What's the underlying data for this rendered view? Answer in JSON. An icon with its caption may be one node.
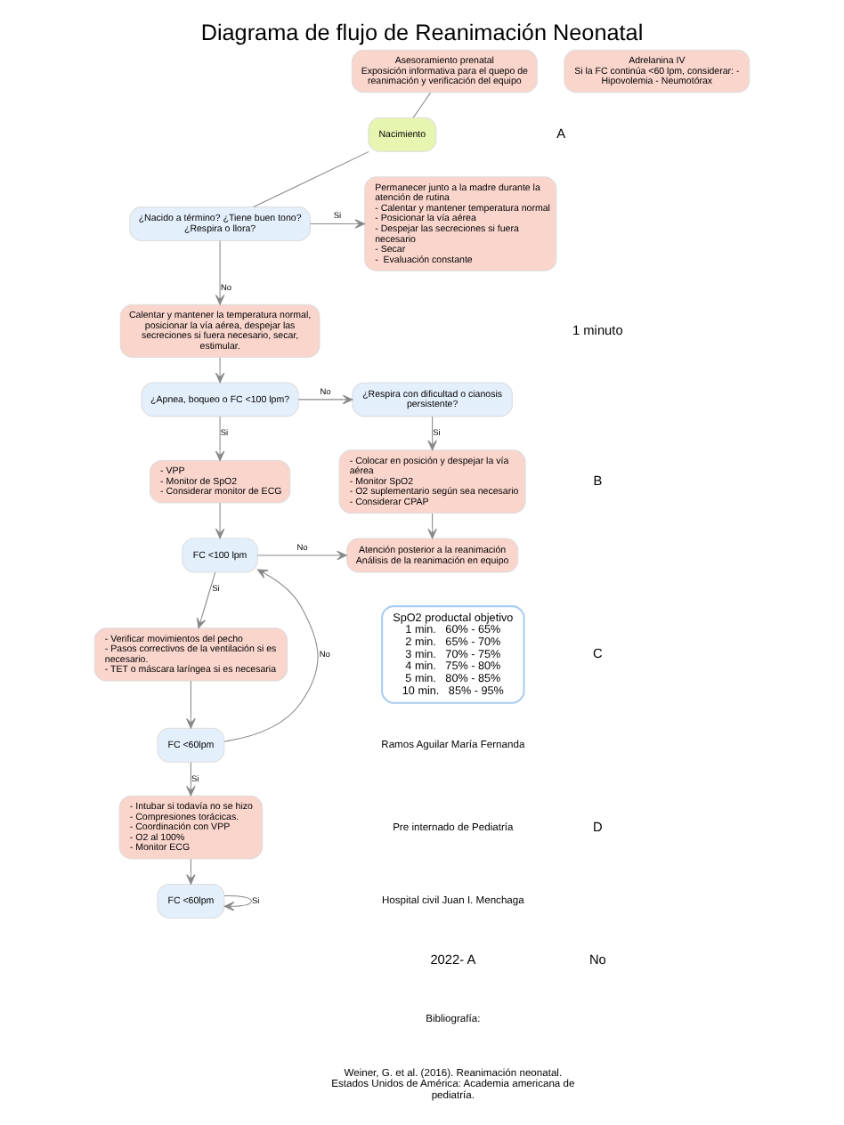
{
  "diagram": {
    "title": "Diagrama de flujo de Reanimación Neonatal",
    "nodes": [
      {
        "text": [
          "Asesoramiento prenatal",
          "Exposición informativa para el quepo de reanimación y verificación del equipo"
        ]
      },
      {
        "text": [
          "Nacimiento"
        ]
      },
      {
        "text": [
          "¿Nacido a término? ¿Tiene buen tono? ¿Respira o llora?"
        ]
      },
      {
        "text": [
          "Permanecer junto a la madre durante la atención de rutina",
          "- Calentar y mantener temperatura normal",
          "- Posicionar la vía aérea",
          "- Despejar las secreciones si fuera necesario",
          "- Secar",
          "-  Evaluación constante"
        ]
      },
      {
        "text": [
          "Calentar y mantener la temperatura normal, posicionar la vía aérea, despejar las secreciones si fuera necesario, secar, estimular."
        ]
      },
      {
        "text": [
          "¿Apnea, boqueo o FC <100 lpm?"
        ]
      },
      {
        "text": [
          "¿Respira con dificultad o cianosis persistente?"
        ]
      },
      {
        "text": [
          "- Colocar en posición y despejar la vía aérea",
          "- Monitor SpO2",
          "- O2 suplementario según sea necesario",
          "- Considerar CPAP"
        ]
      },
      {
        "text": [
          "- VPP",
          "- Monitor de SpO2",
          "- Considerar monitor de ECG"
        ]
      },
      {
        "text": [
          "FC <100 lpm"
        ]
      },
      {
        "text": [
          "Atención posterior a la reanimación",
          "Análisis de la reanimación en equipo"
        ]
      },
      {
        "text": [
          "SpO2 productal objetivo",
          "1 min.   60% - 65%",
          "2 min.   65% - 70%",
          "3 min.   70% - 75%",
          "4 min.   75% - 80%",
          "5 min.   80% - 85%",
          "10 min.   85% - 95%"
        ]
      },
      {
        "text": [
          "- Verificar movimientos del pecho",
          "- Pasos correctivos de la ventilación si es necesario.",
          "- TET o máscara laríngea si es necesaria"
        ]
      },
      {
        "text": [
          "FC <60lpm"
        ]
      },
      {
        "text": [
          "- Intubar si todavía no se hizo",
          "- Compresiones torácicas.",
          "- Coordinación con VPP",
          "- O2 al 100%",
          "- Monitor ECG"
        ]
      },
      {
        "text": [
          "FC <60lpm"
        ]
      },
      {
        "text": [
          "Adrelanina IV",
          "Si la FC continúa <60 lpm, considerar: - Hipovolemia - Neumotórax"
        ]
      }
    ],
    "edges": [
      {
        "from": 0,
        "to": 1,
        "arrow": "none"
      },
      {
        "from": 1,
        "to": 2,
        "arrow": "none"
      },
      {
        "from": 2,
        "to": 3,
        "arrow": "to",
        "label": "Si"
      },
      {
        "from": 2,
        "to": 4,
        "arrow": "to",
        "label": "No"
      },
      {
        "from": 4,
        "to": 5,
        "arrow": "to"
      },
      {
        "from": 5,
        "to": 6,
        "arrow": "to",
        "label": "No"
      },
      {
        "from": 5,
        "to": 8,
        "arrow": "to",
        "label": "Si"
      },
      {
        "from": 6,
        "to": 7,
        "arrow": "to",
        "label": "Si"
      },
      {
        "from": 7,
        "to": 10,
        "arrow": "to"
      },
      {
        "from": 8,
        "to": 9,
        "arrow": "to"
      },
      {
        "from": 9,
        "to": 10,
        "arrow": "to",
        "label": "No"
      },
      {
        "from": 9,
        "to": 12,
        "arrow": "to",
        "label": "Si"
      },
      {
        "from": 12,
        "to": 13,
        "arrow": "to"
      },
      {
        "from": 13,
        "to": 9,
        "arrow": "to",
        "label": "No"
      },
      {
        "from": 13,
        "to": 14,
        "arrow": "to",
        "label": "Si"
      },
      {
        "from": 14,
        "to": 15,
        "arrow": "to"
      },
      {
        "from": 15,
        "to": 15,
        "arrow": "to",
        "label": "Si"
      }
    ],
    "labels": [
      "A",
      "1 minuto",
      "B",
      "C",
      "D",
      "No",
      "Ramos Aguilar María Fernanda",
      "Pre internado de Pediatría",
      "Hospital civil Juan I. Menchaga",
      "2022- A",
      "Bibliografía:",
      "Weiner, G. et al. (2016). Reanimación neonatal. Estados Unidos de América: Academia americana de pediatría."
    ]
  }
}
